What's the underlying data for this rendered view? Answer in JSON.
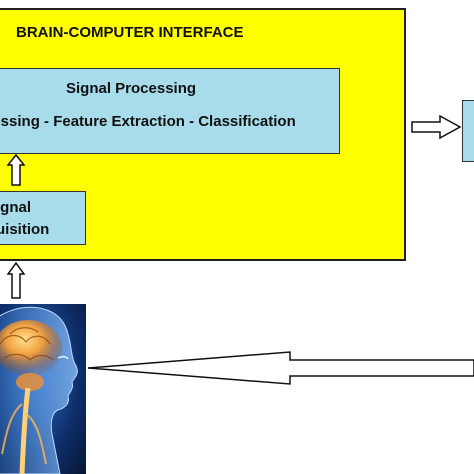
{
  "diagram": {
    "bci_title": "BRAIN-COMPUTER INTERFACE",
    "signal_processing": {
      "title": "Signal Processing",
      "subtitle": "cessing - Feature Extraction - Classification"
    },
    "signal_acquisition": {
      "line1": "ignal",
      "line2": "uisition"
    },
    "colors": {
      "bci_background": "#ffff00",
      "module_background": "#a8dcea",
      "border": "#222222"
    },
    "icons": [
      "brain-head-image",
      "arrow-up-icon",
      "arrow-right-icon",
      "arrow-left-icon"
    ]
  }
}
